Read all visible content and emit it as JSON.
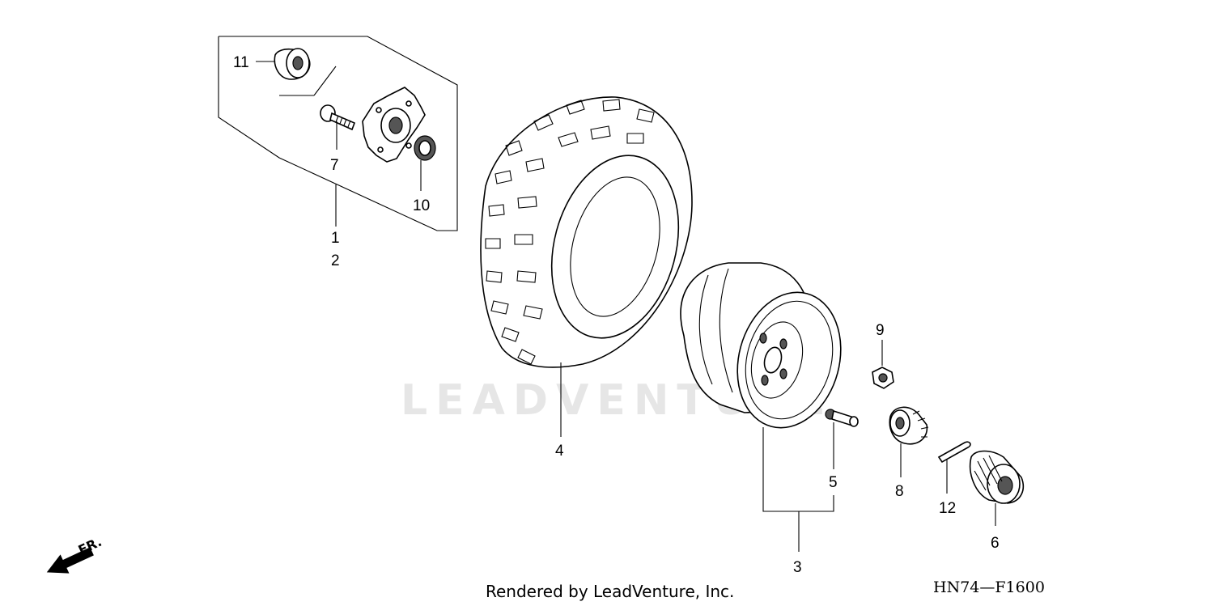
{
  "watermark": "LEADVENTURE",
  "footer": {
    "rendered_by": "Rendered by LeadVenture, Inc.",
    "diagram_code": "HN74—F1600"
  },
  "direction_arrow": {
    "label": "FR.",
    "icon": "front-direction-arrow-icon"
  },
  "callouts": [
    {
      "id": "callout-1",
      "label": "1"
    },
    {
      "id": "callout-2",
      "label": "2"
    },
    {
      "id": "callout-3",
      "label": "3"
    },
    {
      "id": "callout-4",
      "label": "4"
    },
    {
      "id": "callout-5",
      "label": "5"
    },
    {
      "id": "callout-6",
      "label": "6"
    },
    {
      "id": "callout-7",
      "label": "7"
    },
    {
      "id": "callout-8",
      "label": "8"
    },
    {
      "id": "callout-9",
      "label": "9"
    },
    {
      "id": "callout-10",
      "label": "10"
    },
    {
      "id": "callout-11",
      "label": "11"
    },
    {
      "id": "callout-12",
      "label": "12"
    }
  ],
  "parts": [
    {
      "name": "hub-cap",
      "icon": "hub-cap-icon"
    },
    {
      "name": "wheel-hub",
      "icon": "wheel-hub-icon"
    },
    {
      "name": "wheel-stud",
      "icon": "stud-bolt-icon"
    },
    {
      "name": "oil-seal",
      "icon": "oil-seal-icon"
    },
    {
      "name": "tire",
      "icon": "tire-icon"
    },
    {
      "name": "rim",
      "icon": "rim-icon"
    },
    {
      "name": "valve",
      "icon": "valve-icon"
    },
    {
      "name": "wheel-nut",
      "icon": "nut-icon"
    },
    {
      "name": "castle-nut",
      "icon": "castle-nut-icon"
    },
    {
      "name": "cotter-pin",
      "icon": "cotter-pin-icon"
    },
    {
      "name": "axle-nut-cap",
      "icon": "axle-nut-cap-icon"
    }
  ]
}
